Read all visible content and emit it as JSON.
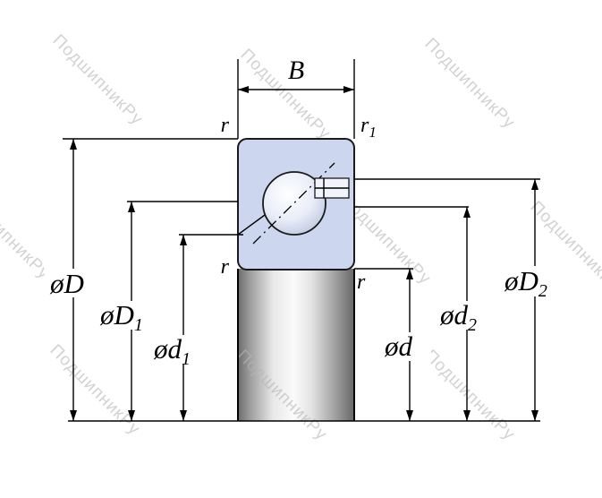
{
  "diagram": {
    "type": "bearing-cross-section-drawing",
    "watermark_text": "ПодшипникРу",
    "labels": {
      "width": "B",
      "r_top_left": "r",
      "r_top_right_base": "r",
      "r_top_right_sub": "1",
      "r_bottom_left": "r",
      "r_bottom_right": "r",
      "dia_D_base": "øD",
      "dia_D1_base": "øD",
      "dia_D1_sub": "1",
      "dia_d1_base": "ød",
      "dia_d1_sub": "1",
      "dia_d_base": "ød",
      "dia_d2_base": "ød",
      "dia_d2_sub": "2",
      "dia_D2_base": "øD",
      "dia_D2_sub": "2"
    },
    "colors": {
      "ring_fill": "#cdd6ef",
      "line": "#000000",
      "watermark": "#b5b5b5"
    }
  }
}
